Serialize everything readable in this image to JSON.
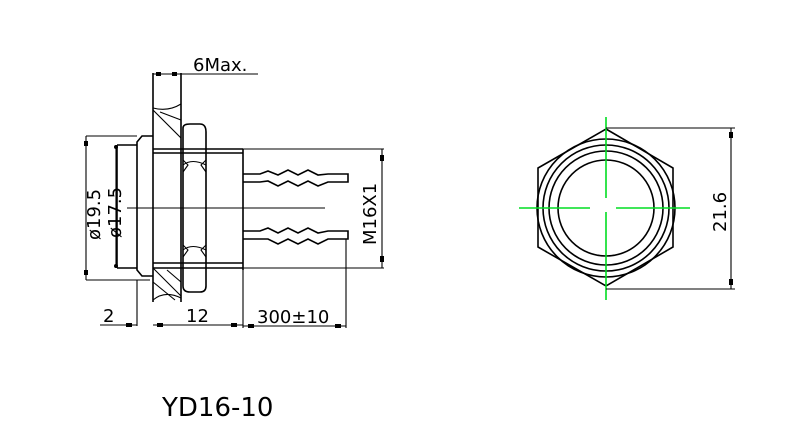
{
  "title": "YD16-10",
  "colors": {
    "line": "#000000",
    "centerline": "#00dd22",
    "background": "#ffffff"
  },
  "side_view": {
    "dimensions": {
      "top_width": "6Max.",
      "outer_diameter": "ø19.5",
      "inner_diameter": "ø17.5",
      "thread": "M16X1",
      "flange_thickness": "2",
      "body_length": "12",
      "wire_length": "300±10"
    }
  },
  "front_view": {
    "dimensions": {
      "hex_across_corners": "21.6"
    }
  }
}
